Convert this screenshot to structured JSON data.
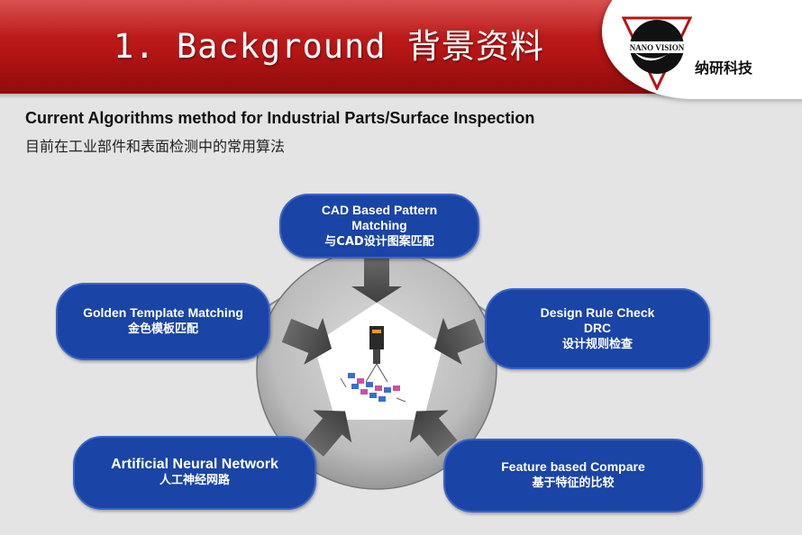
{
  "header": {
    "title": "1. Background 背景资料",
    "logo_text": "纳研科技",
    "logo_mark_text": "NANO VISION",
    "accent_color": "#b51515"
  },
  "subtitle": {
    "en": "Current Algorithms method for Industrial Parts/Surface Inspection",
    "cn": "目前在工业部件和表面检测中的常用算法"
  },
  "diagram": {
    "node_color": "#1a44a6",
    "center_image": "inspection-camera-image",
    "nodes": {
      "cad": {
        "en_1": "CAD Based Pattern",
        "en_2": "Matching",
        "cn": "与CAD设计图案匹配"
      },
      "golden": {
        "en": "Golden Template Matching",
        "cn": "金色模板匹配"
      },
      "drc": {
        "en_1": "Design Rule Check",
        "en_2": "DRC",
        "cn": "设计规则检查"
      },
      "ann": {
        "en": "Artificial Neural Network",
        "cn": "人工神经网路"
      },
      "feature": {
        "en": "Feature based Compare",
        "cn": "基于特征的比较"
      }
    }
  }
}
